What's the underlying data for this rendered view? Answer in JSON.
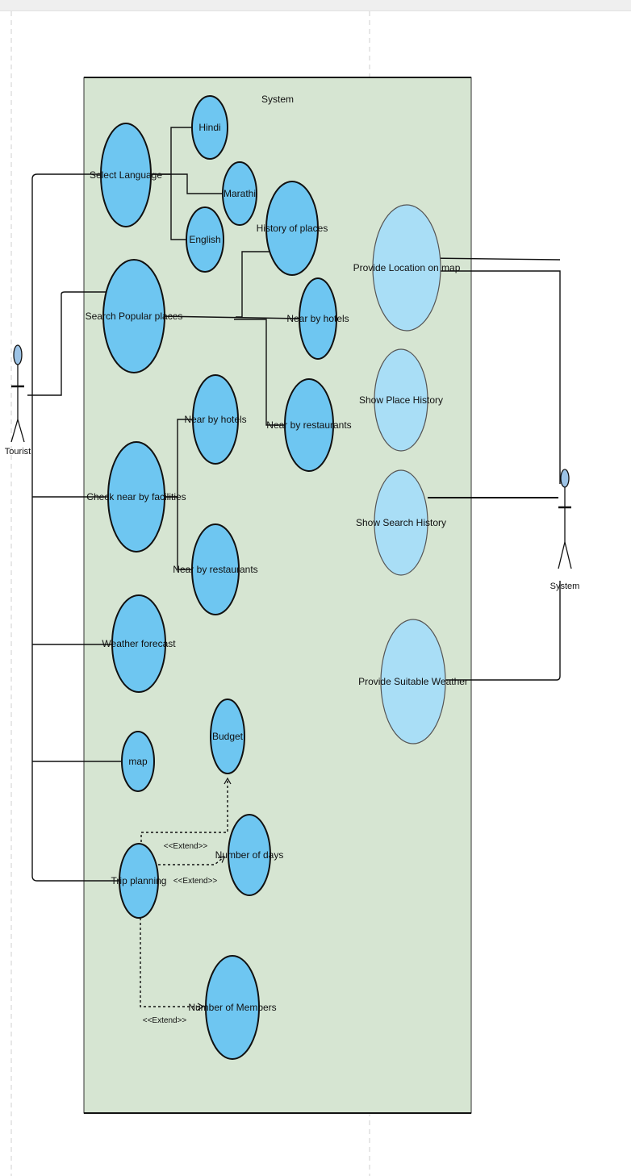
{
  "boundary": {
    "label": "System"
  },
  "actors": {
    "tourist": {
      "label": "Tourist"
    },
    "system": {
      "label": "System"
    }
  },
  "use_cases": {
    "select_language": "Select Language",
    "hindi": "Hindi",
    "marathi": "Marathi",
    "english": "English",
    "history_of_places": "History of places",
    "search_popular_places": "Search Popular places",
    "near_by_hotels_1": "Near by hotels",
    "near_by_restaurants_1": "Near by restaurants",
    "check_near_by_facilities": "Check near by facilities",
    "near_by_hotels_2": "Near by hotels",
    "near_by_restaurants_2": "Near by restaurants",
    "weather_forecast": "Weather forecast",
    "map": "map",
    "budget": "Budget",
    "trip_planning": "Trip planning",
    "number_of_days": "Number of days",
    "number_of_members": "Number of Members",
    "provide_location_on_map": "Provide Location on map",
    "show_place_history": "Show Place History",
    "show_search_history": "Show Search History",
    "provide_suitable_weather": "Provide Suitable Weather"
  },
  "relations": {
    "extend_1": "<<Extend>>",
    "extend_2": "<<Extend>>",
    "extend_3": "<<Extend>>"
  },
  "colors": {
    "boundary_fill": "#d6e5d2",
    "usecase_fill": "#6ec6f1",
    "usecase_light_fill": "#a9def6",
    "actor_head": "#9cc3e6",
    "stroke": "#111111"
  }
}
